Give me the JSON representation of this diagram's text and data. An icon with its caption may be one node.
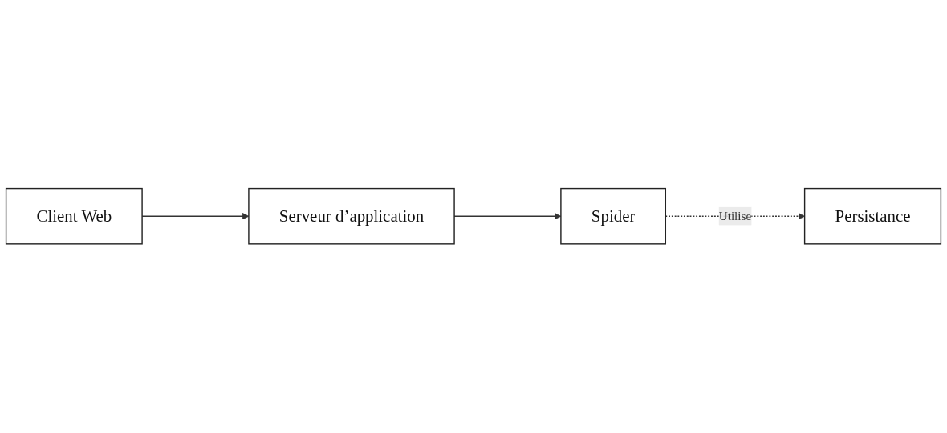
{
  "diagram": {
    "nodes": [
      {
        "text": [
          "Spider"
        ]
      },
      {
        "text": [
          "Serveur d’application"
        ]
      },
      {
        "text": [
          "Persistance"
        ]
      },
      {
        "text": [
          "Client Web"
        ]
      }
    ],
    "edges": [
      {
        "from": 1,
        "to": 0,
        "arrow": "to"
      },
      {
        "from": 0,
        "to": 2,
        "arrow": "to",
        "label": "Utilise",
        "style": "dashed"
      },
      {
        "from": 3,
        "to": 1,
        "arrow": "to"
      }
    ]
  }
}
